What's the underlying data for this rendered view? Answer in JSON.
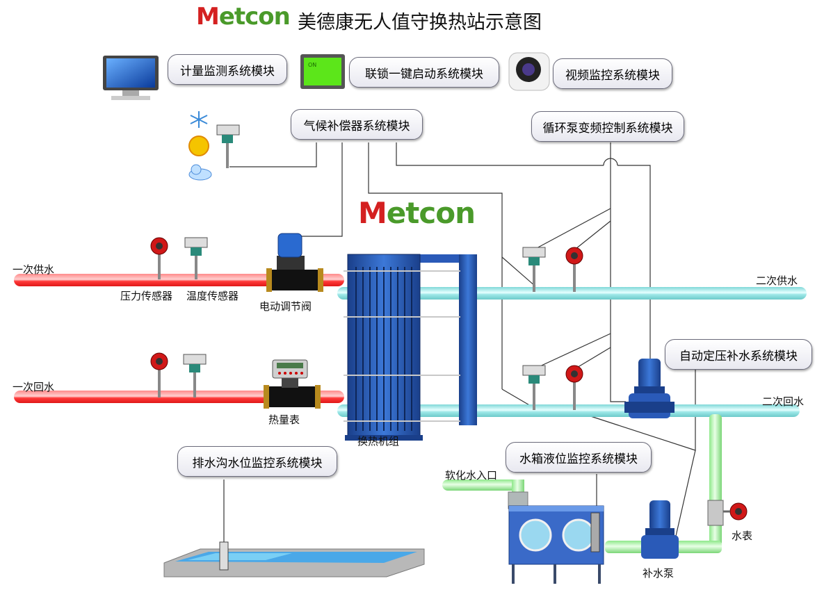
{
  "header": {
    "logo": "Metcon",
    "title": "美德康无人值守换热站示意图"
  },
  "center_logo": "Metcon",
  "modules": {
    "metering": "计量监测系统模块",
    "interlock": "联锁一键启动系统模块",
    "video": "视频监控系统模块",
    "climate": "气候补偿器系统模块",
    "pump_vfd": "循环泵变频控制系统模块",
    "auto_pressure": "自动定压补水系统模块",
    "drain": "排水沟水位监控系统模块",
    "tank_level": "水箱液位监控系统模块"
  },
  "labels": {
    "primary_supply": "一次供水",
    "primary_return": "一次回水",
    "secondary_supply": "二次供水",
    "secondary_return": "二次回水",
    "pressure_sensor": "压力传感器",
    "temp_sensor": "温度传感器",
    "electric_valve": "电动调节阀",
    "heat_meter": "热量表",
    "heat_exchanger": "换热机组",
    "soft_water_inlet": "软化水入口",
    "water_meter": "水表",
    "makeup_pump": "补水泵"
  },
  "icons": [
    "monitor-icon",
    "on-switch-icon",
    "camera-icon",
    "snowflake-icon",
    "sun-icon",
    "cloud-icon"
  ],
  "colors": {
    "primary_pipe": "#ff4040",
    "secondary_pipe": "#9ee8e8",
    "soft_water_pipe": "#a8f0a0",
    "equipment_blue": "#2a5ab8",
    "logo_green": "#4a9a2a",
    "logo_red": "#d42020"
  }
}
